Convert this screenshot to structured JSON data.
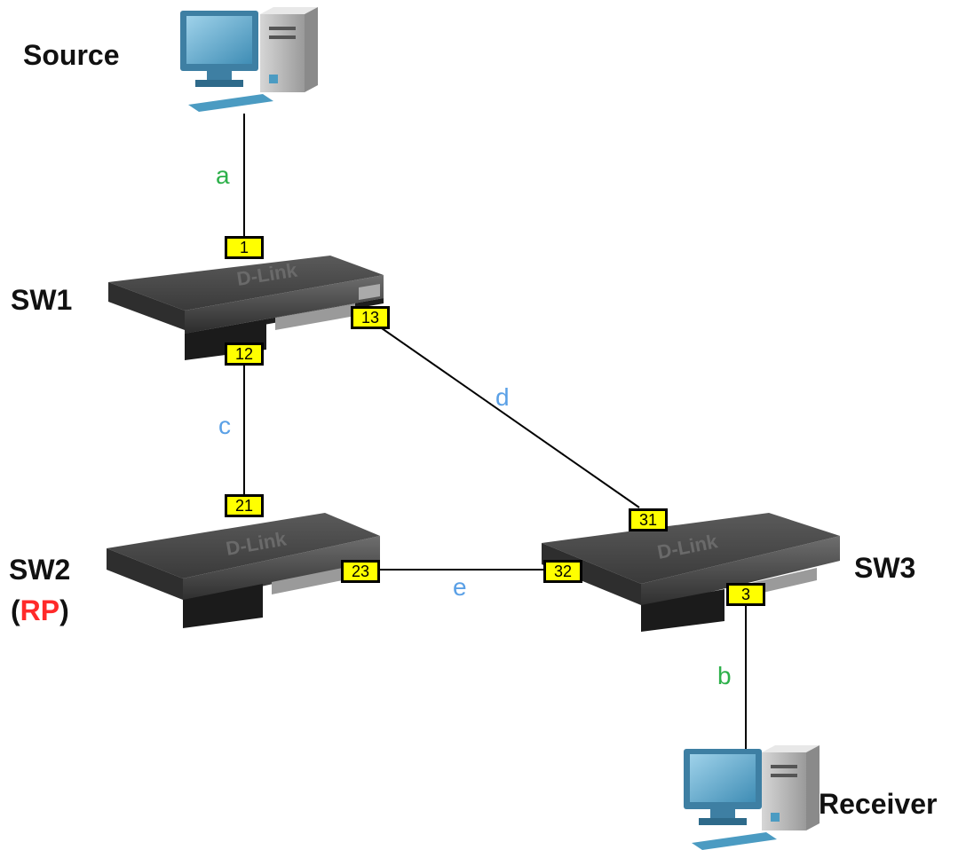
{
  "colors": {
    "port_fill": "#ffff00",
    "end_link_label": "#2db04a",
    "switch_link_label": "#5aa0e6",
    "rp_label": "#ff2a2a",
    "switch_body": "#4a4a4a",
    "pc_screen": "#4b9bc2"
  },
  "nodes": {
    "source": {
      "label": "Source",
      "icon": "desktop-computer-icon"
    },
    "receiver": {
      "label": "Receiver",
      "icon": "desktop-computer-icon"
    },
    "sw1": {
      "label": "SW1",
      "icon": "network-switch-icon",
      "brand": "D-Link"
    },
    "sw2": {
      "label": "SW2",
      "rp_open": "(",
      "rp": "RP",
      "rp_close": ")",
      "icon": "network-switch-icon",
      "brand": "D-Link"
    },
    "sw3": {
      "label": "SW3",
      "icon": "network-switch-icon",
      "brand": "D-Link"
    }
  },
  "ports": {
    "sw1_a": "1",
    "sw1_c": "12",
    "sw1_d": "13",
    "sw2_c": "21",
    "sw2_e": "23",
    "sw3_d": "31",
    "sw3_e": "32",
    "sw3_b": "3"
  },
  "links": {
    "a": {
      "label": "a",
      "from": "Source",
      "to": "SW1"
    },
    "b": {
      "label": "b",
      "from": "SW3",
      "to": "Receiver"
    },
    "c": {
      "label": "c",
      "from": "SW1",
      "to": "SW2"
    },
    "d": {
      "label": "d",
      "from": "SW1",
      "to": "SW3"
    },
    "e": {
      "label": "e",
      "from": "SW2",
      "to": "SW3"
    }
  }
}
